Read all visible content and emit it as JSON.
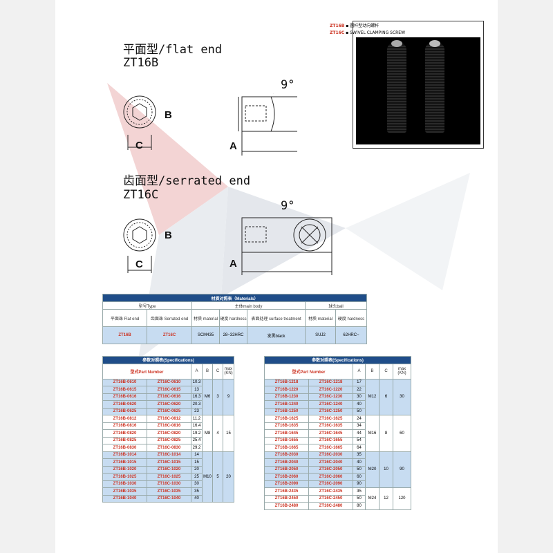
{
  "flat": {
    "title": "平面型/flat end",
    "model": "ZT16B"
  },
  "serr": {
    "title": "齿面型/serrated end",
    "model": "ZT16C"
  },
  "dims": {
    "a": "A",
    "b": "B",
    "c": "C",
    "angle": "9°"
  },
  "photo": {
    "code1": "ZT16B",
    "text1": "▪ 圆杆型动向螺杆",
    "code2": "ZT16C",
    "text2": "▪ SWIVEL CLAMPING SCREW"
  },
  "mat": {
    "title": "材质对照表（Materials）",
    "h_type": "型号Type",
    "h_body": "主体main body",
    "h_ball": "球头ball",
    "c1": "平面珠 Flat end",
    "c2": "齿面珠 Serrated end",
    "c3": "材质 material",
    "c4": "硬度 hardness",
    "c5": "表面处理 surface treatment",
    "c6": "材质 material",
    "c7": "硬度 hardness",
    "v1": "ZT16B",
    "v2": "ZT16C",
    "v3": "SCM435",
    "v4": "28~32HRC",
    "v5": "发黑black",
    "v6": "SUJ2",
    "v7": "62HRC~"
  },
  "specL": {
    "title": "参数对照表(Specifications)",
    "pn": "型式Part Number",
    "a": "A",
    "b": "B",
    "c": "C",
    "max": "max (KN)",
    "rows": [
      [
        "ZT16B-0610",
        "ZT16C-0610",
        "10.3"
      ],
      [
        "ZT16B-0615",
        "ZT16C-0615",
        "13"
      ],
      [
        "ZT16B-0616",
        "ZT16C-0616",
        "16.3"
      ],
      [
        "ZT16B-0620",
        "ZT16C-0620",
        "20.3"
      ],
      [
        "ZT16B-0625",
        "ZT16C-0625",
        "23"
      ],
      [
        "ZT16B-0812",
        "ZT16C-0812",
        "11.2"
      ],
      [
        "ZT16B-0816",
        "ZT16C-0816",
        "16.4"
      ],
      [
        "ZT16B-0820",
        "ZT16C-0820",
        "19.2"
      ],
      [
        "ZT16B-0825",
        "ZT16C-0825",
        "25.4"
      ],
      [
        "ZT16B-0830",
        "ZT16C-0830",
        "29.2"
      ],
      [
        "ZT16B-1014",
        "ZT16C-1014",
        "14"
      ],
      [
        "ZT16B-1015",
        "ZT16C-1015",
        "15"
      ],
      [
        "ZT16B-1020",
        "ZT16C-1020",
        "20"
      ],
      [
        "ZT16B-1025",
        "ZT16C-1025",
        "25"
      ],
      [
        "ZT16B-1030",
        "ZT16C-1030",
        "30"
      ],
      [
        "ZT16B-1035",
        "ZT16C-1035",
        "35"
      ],
      [
        "ZT16B-1040",
        "ZT16C-1040",
        "40"
      ]
    ],
    "groups": [
      {
        "n": 5,
        "b": "M6",
        "c": "3",
        "m": "9"
      },
      {
        "n": 5,
        "b": "M8",
        "c": "4",
        "m": "15"
      },
      {
        "n": 7,
        "b": "M10",
        "c": "5",
        "m": "20"
      }
    ]
  },
  "specR": {
    "title": "参数对照表(Specifications)",
    "pn": "型式Part Number",
    "a": "A",
    "b": "B",
    "c": "C",
    "max": "max (KN)",
    "rows": [
      [
        "ZT16B-1218",
        "ZT16C-1218",
        "17"
      ],
      [
        "ZT16B-1220",
        "ZT16C-1220",
        "22"
      ],
      [
        "ZT16B-1230",
        "ZT16C-1230",
        "30"
      ],
      [
        "ZT16B-1240",
        "ZT16C-1240",
        "40"
      ],
      [
        "ZT16B-1250",
        "ZT16C-1250",
        "50"
      ],
      [
        "ZT16B-1625",
        "ZT16C-1625",
        "24"
      ],
      [
        "ZT16B-1635",
        "ZT16C-1635",
        "34"
      ],
      [
        "ZT16B-1645",
        "ZT16C-1645",
        "44"
      ],
      [
        "ZT16B-1655",
        "ZT16C-1655",
        "54"
      ],
      [
        "ZT16B-1665",
        "ZT16C-1665",
        "64"
      ],
      [
        "ZT16B-2030",
        "ZT16C-2030",
        "35"
      ],
      [
        "ZT16B-2040",
        "ZT16C-2040",
        "40"
      ],
      [
        "ZT16B-2050",
        "ZT16C-2050",
        "50"
      ],
      [
        "ZT16B-2060",
        "ZT16C-2060",
        "60"
      ],
      [
        "ZT16B-2090",
        "ZT16C-2090",
        "90"
      ],
      [
        "ZT16B-2435",
        "ZT16C-2435",
        "35"
      ],
      [
        "ZT16B-2450",
        "ZT16C-2450",
        "50"
      ],
      [
        "ZT16B-2480",
        "ZT16C-2480",
        "80"
      ]
    ],
    "groups": [
      {
        "n": 5,
        "b": "M12",
        "c": "6",
        "m": "30"
      },
      {
        "n": 5,
        "b": "M16",
        "c": "8",
        "m": "60"
      },
      {
        "n": 5,
        "b": "M20",
        "c": "10",
        "m": "90"
      },
      {
        "n": 3,
        "b": "M24",
        "c": "12",
        "m": "120"
      }
    ]
  }
}
